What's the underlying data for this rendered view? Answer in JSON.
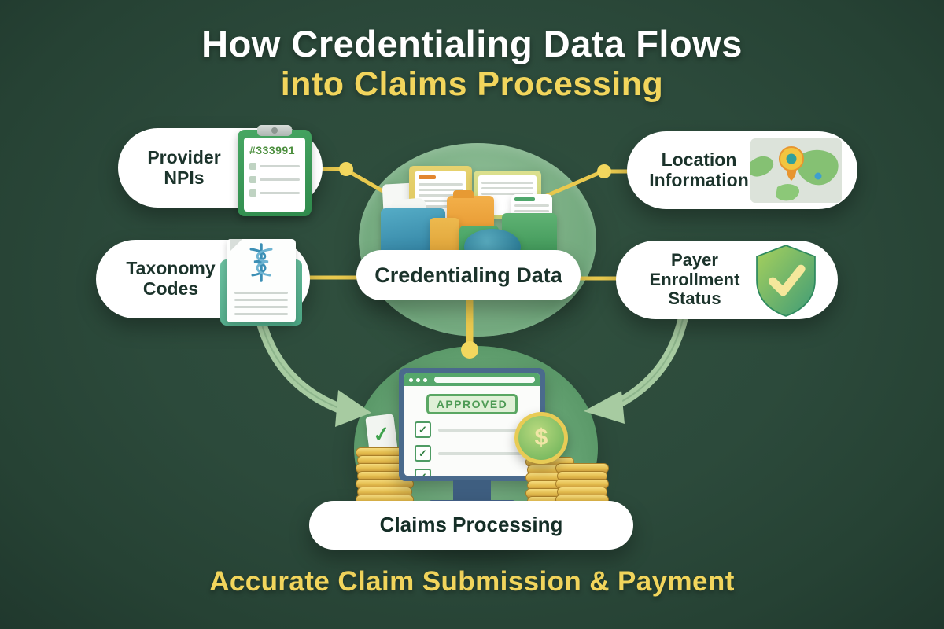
{
  "title": {
    "line1": "How Credentialing Data Flows",
    "line2": "into Claims Processing"
  },
  "sources": {
    "provider_npis": {
      "label": "Provider NPIs",
      "icon": "clipboard-npi-icon",
      "npi_number": "#333991"
    },
    "location_information": {
      "label": "Location Information",
      "icon": "world-map-pin-icon"
    },
    "taxonomy_codes": {
      "label": "Taxonomy Codes",
      "icon": "medical-document-icon"
    },
    "payer_enrollment_status": {
      "label": "Payer Enrollment Status",
      "icon": "shield-check-icon"
    }
  },
  "hub": {
    "label": "Credentialing Data",
    "icon": "document-folders-illustration"
  },
  "output": {
    "label": "Claims Processing",
    "screen_badge": "APPROVED",
    "coin_symbol": "$",
    "icon": "claims-monitor-illustration"
  },
  "footer": {
    "tagline": "Accurate Claim Submission & Payment"
  },
  "glyphs": {
    "check": "✓"
  },
  "colors": {
    "background": "#2C4A3B",
    "title_primary": "#FFFFFF",
    "accent_yellow": "#F2D55C",
    "connector_yellow": "#E9C94E",
    "pill_background": "#FFFFFF",
    "pill_text": "#1B332B",
    "hub_circle_green": "#7CAF86",
    "claims_circle_green": "#649F73",
    "arrow_green": "#A7CBA1",
    "approved_green": "#4E9B55",
    "coin_gold": "#E8CB55",
    "monitor_frame_blue": "#4A6A8C"
  }
}
